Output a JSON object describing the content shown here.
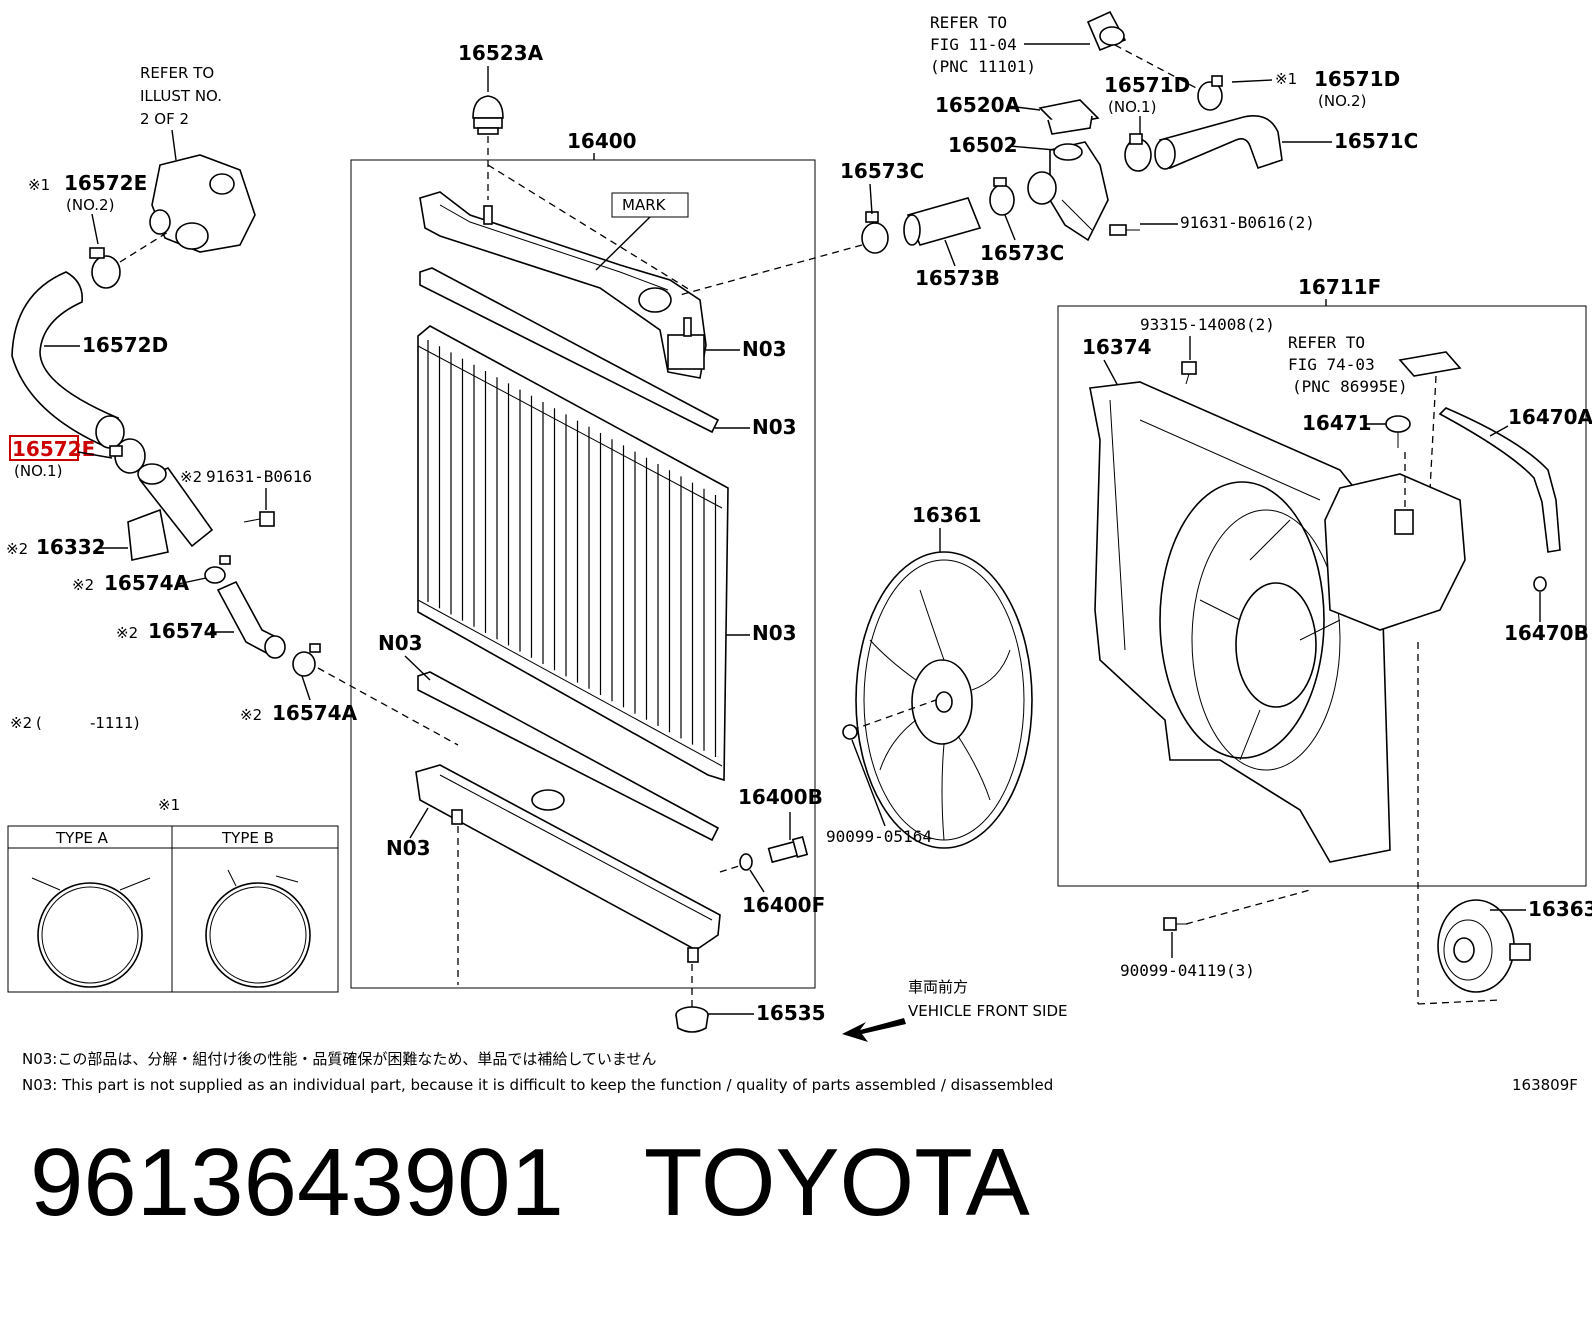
{
  "labels": {
    "p16523a": "16523A",
    "p16400": "16400",
    "mark": "MARK",
    "p16573c_a": "16573C",
    "p16573c_b": "16573C",
    "p16573b": "16573B",
    "p16520a": "16520A",
    "p16502": "16502",
    "p16571d_1": "16571D",
    "p16571d_1_sub": "(NO.1)",
    "p16571d_2": "16571D",
    "p16571d_2_sub": "(NO.2)",
    "p16571c": "16571C",
    "p91631_b0616_2": "91631-B0616(2)",
    "refer_fig_1": "REFER TO",
    "refer_fig_2": "FIG 11-04",
    "refer_fig_3": "(PNC 11101)",
    "refer_illust_1": "REFER TO",
    "refer_illust_2": "ILLUST NO.",
    "refer_illust_3": "2 OF 2",
    "p16572e_top": "16572E",
    "p16572e_top_sub": "(NO.2)",
    "p16572d": "16572D",
    "p16572e_hl": "16572E",
    "p16572e_hl_sub": "(NO.1)",
    "p91631_b0616": "91631-B0616",
    "p16332": "16332",
    "p16574a_a": "16574A",
    "p16574": "16574",
    "p16574a_b": "16574A",
    "note2_prefix": "※2",
    "note2_open": "(",
    "note2_value": "-1111)",
    "type_header": "※1",
    "type_a": "TYPE A",
    "type_b": "TYPE B",
    "n03_1": "N03",
    "n03_2": "N03",
    "n03_3": "N03",
    "n03_4": "N03",
    "n03_5": "N03",
    "p16400b": "16400B",
    "p16400f": "16400F",
    "p16535": "16535",
    "p16361": "16361",
    "p90099_05164": "90099-05164",
    "p16711f": "16711F",
    "p93315": "93315-14008(2)",
    "p16374": "16374",
    "refer74_1": "REFER TO",
    "refer74_2": "FIG 74-03",
    "refer74_3": "(PNC 86995E)",
    "p16471": "16471",
    "p16470a": "16470A",
    "p16470b": "16470B",
    "p90099_04119": "90099-04119(3)",
    "p16363": "16363",
    "front_jp": "車両前方",
    "front_en": "VEHICLE FRONT SIDE",
    "star1": "※1",
    "star2": "※2"
  },
  "notes": {
    "jp": "N03:この部品は、分解・組付け後の性能・品質確保が困難なため、単品では補給していません",
    "en": "N03: This part is not supplied as an individual part, because it is difficult to keep the function / quality of parts assembled / disassembled",
    "code": "163809F"
  },
  "footer": {
    "part_number": "9613643901",
    "brand": "TOYOTA"
  },
  "colors": {
    "highlight": "#cc0000",
    "ink": "#000000"
  }
}
